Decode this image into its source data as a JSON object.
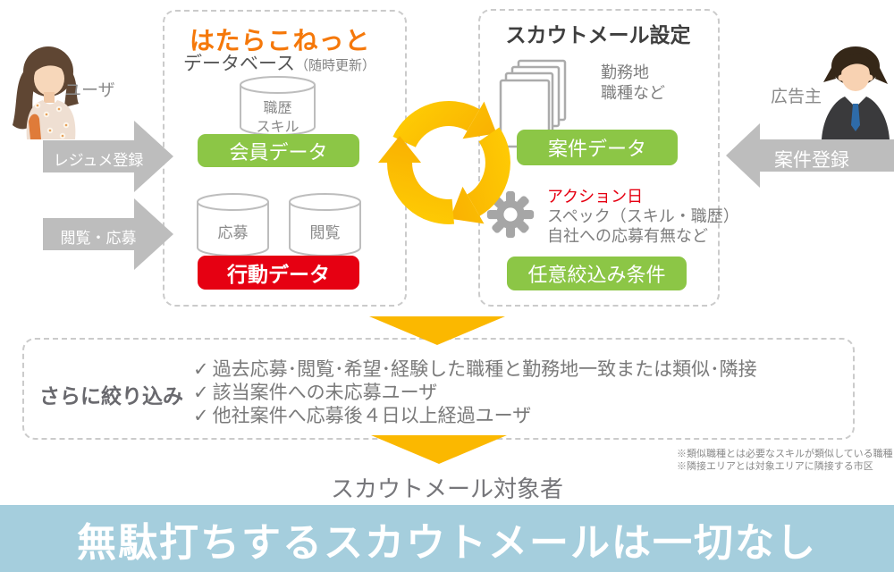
{
  "actors": {
    "user_label": "ユーザ",
    "resume_arrow": "レジュメ登録",
    "browse_arrow": "閲覧・応募",
    "advertiser_label": "広告主",
    "register_arrow": "案件登録"
  },
  "database_panel": {
    "logo": "はたらこねっと",
    "title": "データベース",
    "title_note": "（随時更新）",
    "career_cylinder": [
      "職歴",
      "スキル"
    ],
    "member_data_button": "会員データ",
    "apply_cylinder": "応募",
    "view_cylinder": "閲覧",
    "behavior_data_button": "行動データ"
  },
  "scoutmail_panel": {
    "title": "スカウトメール設定",
    "job_notes": [
      "勤務地",
      "職種など"
    ],
    "project_data_button": "案件データ",
    "action_date_note": "アクション日",
    "spec_note": "スペック（スキル・職歴）",
    "apply_note": "自社への応募有無など",
    "filter_button": "任意絞込み条件"
  },
  "refine_panel": {
    "title": "さらに絞り込み",
    "check": "✓",
    "items": [
      "過去応募･閲覧･希望･経験した職種と勤務地一致または類似･隣接",
      "該当案件への未応募ユーザ",
      "他社案件へ応募後４日以上経過ユーザ"
    ]
  },
  "footnotes": [
    "※類似職種とは必要なスキルが類似している職種",
    "※隣接エリアとは対象エリアに隣接する市区"
  ],
  "target_label": "スカウトメール対象者",
  "banner_text": "無駄打ちするスカウトメールは一切なし",
  "colors": {
    "green": "#8CC646",
    "red": "#E60012",
    "cycle_orange": "#F9A800",
    "down_arrow_orange": "#FBB800",
    "logo_orange": "#F5780A",
    "banner_blue": "#A5CEDD",
    "gray_arrow": "#BDBDBD"
  }
}
